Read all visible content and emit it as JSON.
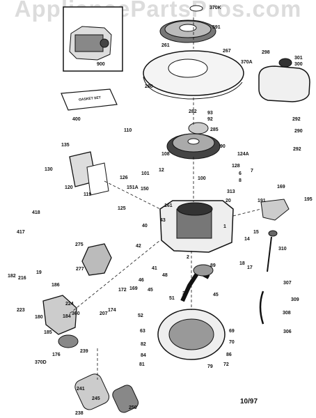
{
  "watermark": "AppliancePartsPros.com",
  "date_code": "10/97",
  "box_label": "GASKET SET",
  "colors": {
    "ink": "#111111",
    "watermark": "#dcdcdc",
    "background": "#ffffff"
  },
  "part_labels": [
    {
      "id": "370K",
      "text": "370K"
    },
    {
      "id": "591",
      "text": "591"
    },
    {
      "id": "261",
      "text": "261"
    },
    {
      "id": "267",
      "text": "267"
    },
    {
      "id": "370A",
      "text": "370A"
    },
    {
      "id": "298",
      "text": "298"
    },
    {
      "id": "301",
      "text": "301"
    },
    {
      "id": "300",
      "text": "300"
    },
    {
      "id": "900",
      "text": "900"
    },
    {
      "id": "280",
      "text": "280"
    },
    {
      "id": "400",
      "text": "400"
    },
    {
      "id": "282",
      "text": "282"
    },
    {
      "id": "93",
      "text": "93"
    },
    {
      "id": "92",
      "text": "92"
    },
    {
      "id": "285",
      "text": "285"
    },
    {
      "id": "292a",
      "text": "292"
    },
    {
      "id": "290",
      "text": "290"
    },
    {
      "id": "292b",
      "text": "292"
    },
    {
      "id": "110",
      "text": "110"
    },
    {
      "id": "135",
      "text": "135"
    },
    {
      "id": "130",
      "text": "130"
    },
    {
      "id": "90",
      "text": "90"
    },
    {
      "id": "108",
      "text": "108"
    },
    {
      "id": "124A",
      "text": "124A"
    },
    {
      "id": "128",
      "text": "128"
    },
    {
      "id": "7",
      "text": "7"
    },
    {
      "id": "12",
      "text": "12"
    },
    {
      "id": "6",
      "text": "6"
    },
    {
      "id": "8",
      "text": "8"
    },
    {
      "id": "101",
      "text": "101"
    },
    {
      "id": "100",
      "text": "100"
    },
    {
      "id": "120",
      "text": "120"
    },
    {
      "id": "119",
      "text": "119"
    },
    {
      "id": "126",
      "text": "126"
    },
    {
      "id": "151A",
      "text": "151A"
    },
    {
      "id": "150",
      "text": "150"
    },
    {
      "id": "313",
      "text": "313"
    },
    {
      "id": "20",
      "text": "20"
    },
    {
      "id": "169",
      "text": "169"
    },
    {
      "id": "125",
      "text": "125"
    },
    {
      "id": "191",
      "text": "191"
    },
    {
      "id": "195",
      "text": "195"
    },
    {
      "id": "418",
      "text": "418"
    },
    {
      "id": "161",
      "text": "161"
    },
    {
      "id": "40",
      "text": "40"
    },
    {
      "id": "1",
      "text": "1"
    },
    {
      "id": "417",
      "text": "417"
    },
    {
      "id": "43",
      "text": "43"
    },
    {
      "id": "42",
      "text": "42"
    },
    {
      "id": "15",
      "text": "15"
    },
    {
      "id": "14",
      "text": "14"
    },
    {
      "id": "310",
      "text": "310"
    },
    {
      "id": "275",
      "text": "275"
    },
    {
      "id": "2",
      "text": "2"
    },
    {
      "id": "89",
      "text": "89"
    },
    {
      "id": "18",
      "text": "18"
    },
    {
      "id": "17",
      "text": "17"
    },
    {
      "id": "277",
      "text": "277"
    },
    {
      "id": "41",
      "text": "41"
    },
    {
      "id": "48",
      "text": "48"
    },
    {
      "id": "182",
      "text": "182"
    },
    {
      "id": "216",
      "text": "216"
    },
    {
      "id": "19",
      "text": "19"
    },
    {
      "id": "186",
      "text": "186"
    },
    {
      "id": "46",
      "text": "46"
    },
    {
      "id": "172",
      "text": "172"
    },
    {
      "id": "169b",
      "text": "169"
    },
    {
      "id": "45a",
      "text": "45"
    },
    {
      "id": "30",
      "text": "30"
    },
    {
      "id": "45b",
      "text": "45"
    },
    {
      "id": "307",
      "text": "307"
    },
    {
      "id": "309",
      "text": "309"
    },
    {
      "id": "224",
      "text": "224"
    },
    {
      "id": "223",
      "text": "223"
    },
    {
      "id": "174",
      "text": "174"
    },
    {
      "id": "51",
      "text": "51"
    },
    {
      "id": "207",
      "text": "207"
    },
    {
      "id": "180",
      "text": "180"
    },
    {
      "id": "184",
      "text": "184"
    },
    {
      "id": "360",
      "text": "360"
    },
    {
      "id": "52",
      "text": "52"
    },
    {
      "id": "308",
      "text": "308"
    },
    {
      "id": "306",
      "text": "306"
    },
    {
      "id": "185",
      "text": "185"
    },
    {
      "id": "63",
      "text": "63"
    },
    {
      "id": "69",
      "text": "69"
    },
    {
      "id": "176",
      "text": "176"
    },
    {
      "id": "239",
      "text": "239"
    },
    {
      "id": "82",
      "text": "82"
    },
    {
      "id": "70",
      "text": "70"
    },
    {
      "id": "370D",
      "text": "370D"
    },
    {
      "id": "84",
      "text": "84"
    },
    {
      "id": "86",
      "text": "86"
    },
    {
      "id": "81",
      "text": "81"
    },
    {
      "id": "79",
      "text": "79"
    },
    {
      "id": "72",
      "text": "72"
    },
    {
      "id": "241",
      "text": "241"
    },
    {
      "id": "245",
      "text": "245"
    },
    {
      "id": "250",
      "text": "250"
    },
    {
      "id": "238",
      "text": "238"
    }
  ]
}
